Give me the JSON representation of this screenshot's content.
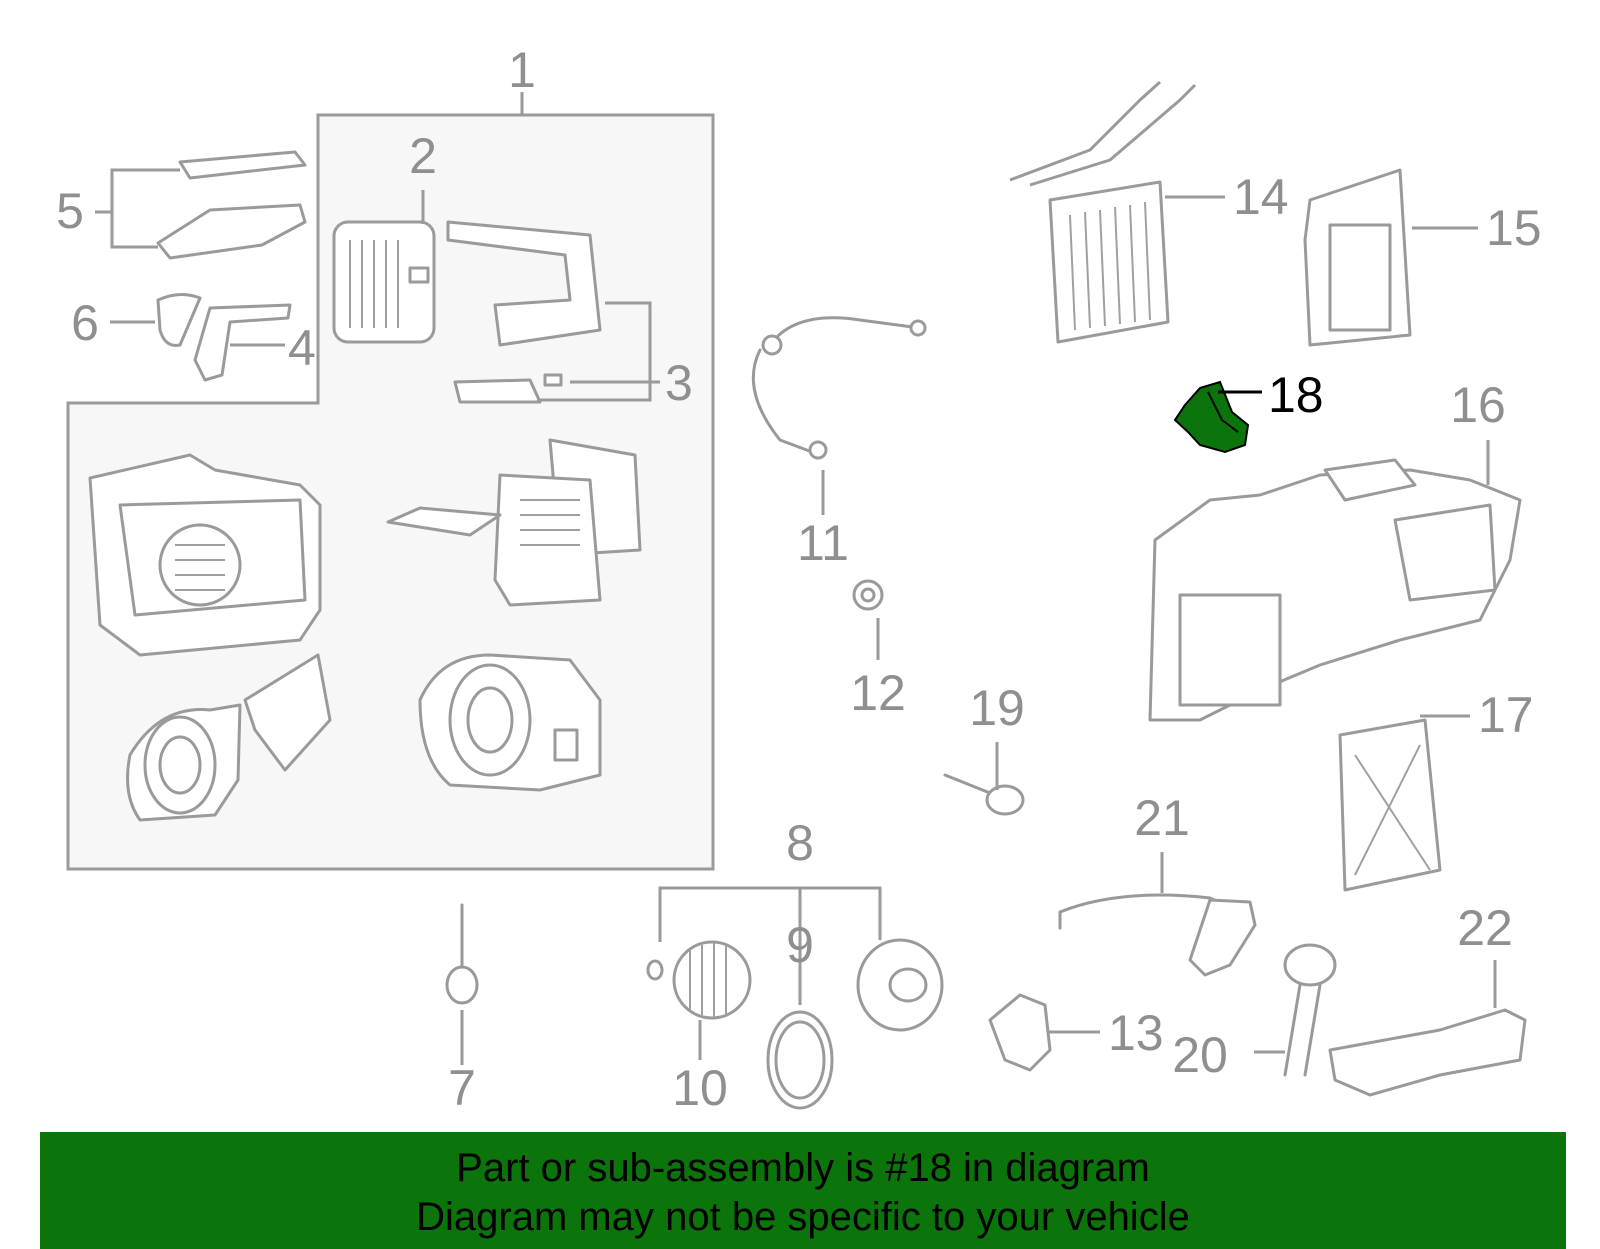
{
  "diagram": {
    "highlight_color": "#0b740b",
    "part_label_color": "#8f8f8f",
    "highlighted_part": "18",
    "callouts": [
      "1",
      "2",
      "3",
      "4",
      "5",
      "6",
      "7",
      "8",
      "9",
      "10",
      "11",
      "12",
      "13",
      "14",
      "15",
      "16",
      "17",
      "18",
      "19",
      "20",
      "21",
      "22"
    ]
  },
  "footer": {
    "line1": "Part or sub-assembly is #18 in diagram",
    "line2": "Diagram may not be specific to your vehicle",
    "background": "#0b740b"
  }
}
